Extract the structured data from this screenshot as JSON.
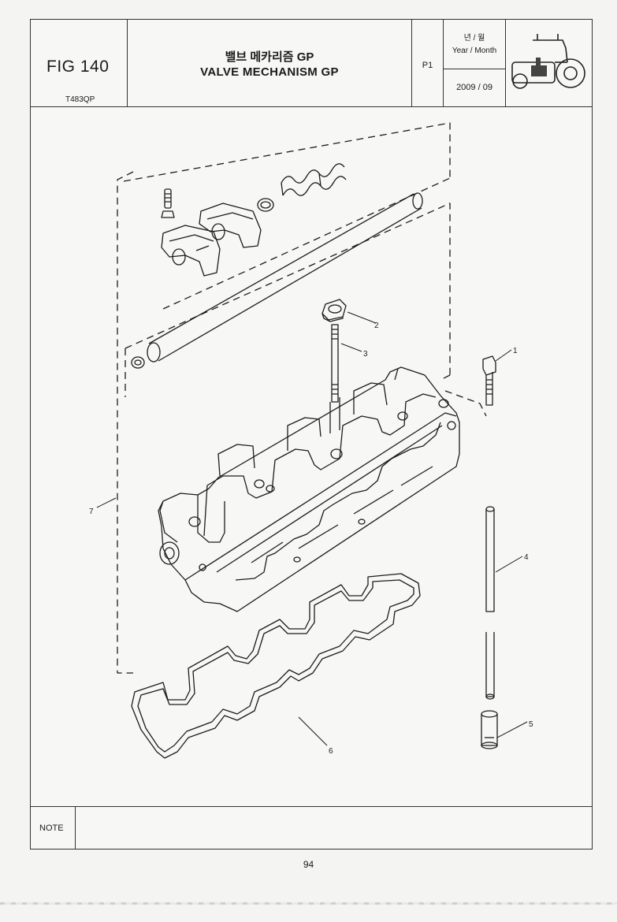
{
  "header": {
    "fig_number": "FIG 140",
    "model_code": "T483QP",
    "title_korean": "밸브 메카리즘 GP",
    "title_english": "VALVE MECHANISM GP",
    "page": "P1",
    "date_label_korean": "년 / 월",
    "date_label_english": "Year / Month",
    "date_value": "2009  / 09"
  },
  "callouts": [
    "1",
    "2",
    "3",
    "4",
    "5",
    "6",
    "7"
  ],
  "note": {
    "label": "NOTE",
    "text": ""
  },
  "footer": {
    "page_number": "94"
  }
}
